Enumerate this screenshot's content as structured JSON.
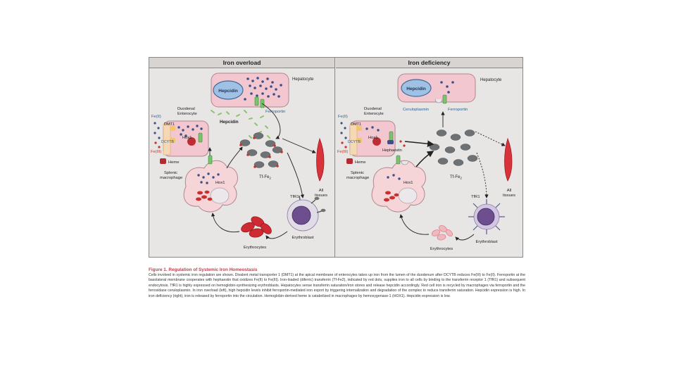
{
  "figure": {
    "left_panel": {
      "title": "Iron overload",
      "labels": {
        "hepatocyte": "Hepatocyte",
        "hepcidin_cell": "Hepcidin",
        "ferroportin": "Ferroportin",
        "hepcidin_free": "Hepcidin",
        "duodenal_enterocyte": "Duodenal\nEnterocyte",
        "fe2": "Fe(II)",
        "dmt1": "DMT1",
        "hox1_enterocyte": "Hox1",
        "dcytb": "DCYTB",
        "fe3": "Fe(III)",
        "heme": "Heme",
        "splenic_macrophage": "Splenic\nmacrophage",
        "hox1_macrophage": "Hox1",
        "tf_fe2": "Tf-Fe",
        "tf_fe2_sub": "2",
        "all_tissues": "All\ntissues",
        "tfr1": "TfR1",
        "erythroblast": "Erythroblast",
        "erythrocytes": "Erythrocytes"
      }
    },
    "right_panel": {
      "title": "Iron deficiency",
      "labels": {
        "hepatocyte": "Hepatocyte",
        "hepcidin_cell": "Hepcidin",
        "ceruloplasmin": "Ceruloplasmin",
        "ferroportin": "Ferroportin",
        "duodenal_enterocyte": "Duodenal\nEnterocyte",
        "fe2": "Fe(II)",
        "dmt1": "DMT1",
        "hox1_enterocyte": "Hox1",
        "hephaestin": "Hephaestin",
        "dcytb": "DCYTB",
        "fe3": "Fe(III)",
        "heme": "Heme",
        "splenic_macrophage": "Splenic\nmacrophage",
        "hox1_macrophage": "Hox1",
        "tf_fe2": "Tf-Fe",
        "tf_fe2_sub": "2",
        "all_tissues": "All\ntissues",
        "tfr1": "TfR1",
        "erythroblast": "Erythroblast",
        "erythrocytes": "Erythrocytes"
      }
    },
    "colors": {
      "iron_dot": "#3d4f86",
      "transferrin": "#6f7275",
      "red_iron": "#c9302c",
      "ferroportin": "#7cc36d",
      "hepatocyte_fill": "#f2c7cf",
      "macrophage_fill": "#f6d5d9",
      "erythroblast_fill": "#6d4f90",
      "hepcidin_fill": "#9fc1e3"
    }
  },
  "caption": {
    "title": "Figure 1. Regulation of Systemic Iron Homeostasis",
    "body": "Cells involved in systemic iron regulation are shown. Divalent metal transporter 1 (DMT1) at the apical membrane of enterocytes takes up iron from the lumen of the duodenum after DCYTB reduces Fe(III) to Fe(II). Ferroportin at the basolateral membrane cooperates with hephaestin that oxidizes Fe(II) to Fe(III). Iron-loaded (diferric) transferrin (Tf-Fe2), indicated by red dots, supplies iron to all cells by binding to the transferrin receptor 1 (TfR1) and subsequent endocytosis. TfR1 is highly expressed on hemoglobin-synthesizing erythroblasts. Hepatocytes sense transferrin saturation/iron stores and release hepcidin accordingly. Red cell iron is recycled by macrophages via ferroportin and the ferroxidase ceruloplasmin. In iron overload (left), high hepcidin levels inhibit ferroportin-mediated iron export by triggering internalization and degradation of the complex to reduce transferrin saturation. Hepcidin expression is high. In iron deficiency (right), iron is released by ferroportin into the circulation. Hemoglobin-derived heme is catabolized in macrophages by hemoxygenase-1 (HOX1). Hepcidin expression is low."
  }
}
